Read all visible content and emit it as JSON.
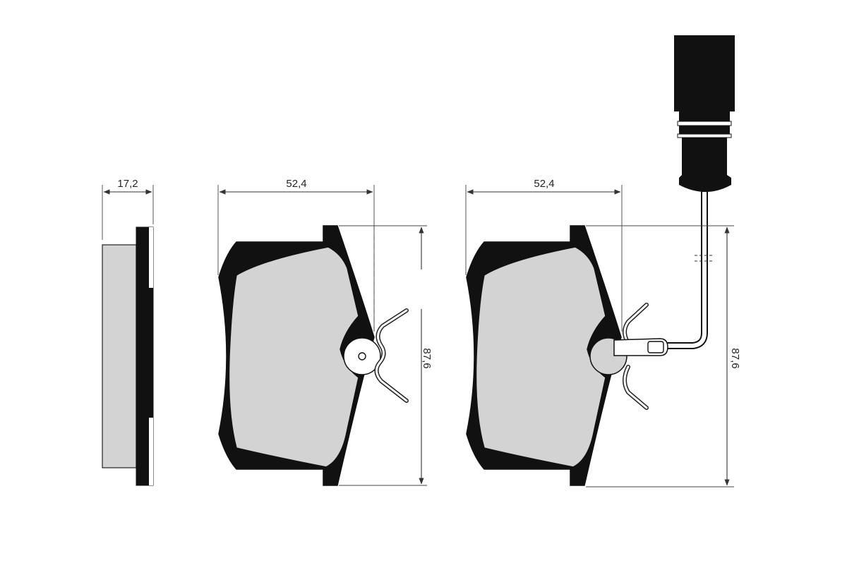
{
  "dimensions": {
    "thickness": "17,2",
    "width_left": "52,4",
    "height_left": "87,6",
    "width_right": "52,4",
    "height_right": "87,6"
  },
  "colors": {
    "backplate": "#111111",
    "friction_material": "#d3d3d3",
    "lines": "#333333"
  }
}
